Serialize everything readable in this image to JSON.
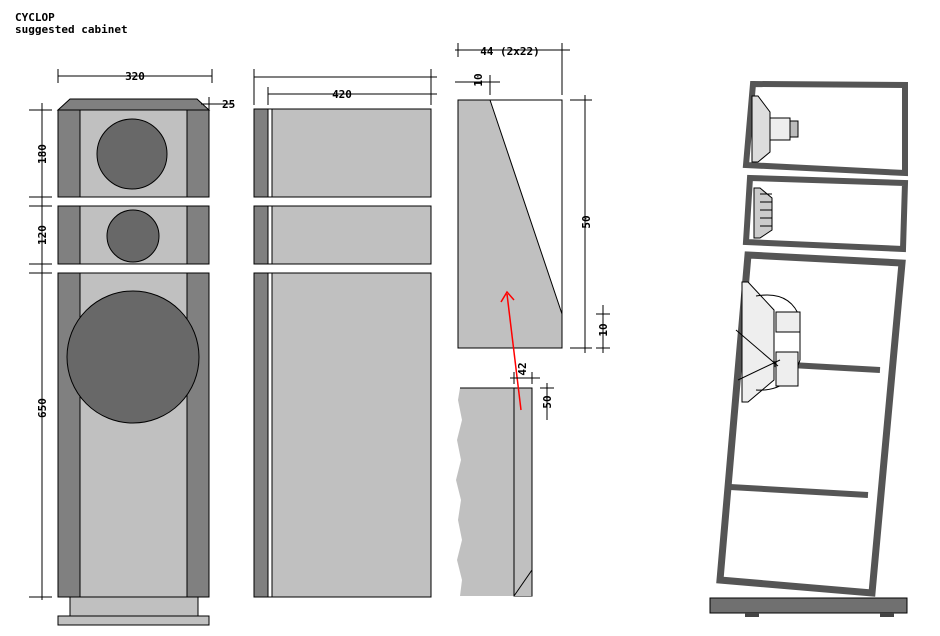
{
  "title": "CYCLOP",
  "subtitle": "suggested cabinet",
  "dimensions": {
    "front_width": "320",
    "front_chamfer": "25",
    "side_depth": "420",
    "top_section_height": "180",
    "mid_section_height": "120",
    "bottom_section_height": "650",
    "detail_wall": "44 (2x22)",
    "detail_top": "10",
    "detail_height": "50",
    "detail_bottom": "10",
    "detail_lower_a": "42",
    "detail_lower_b": "50"
  },
  "colors": {
    "panel_light": "#c0c0c0",
    "panel_dark": "#808080",
    "driver": "#686868",
    "arrow": "#ff0000",
    "frame": "#555555"
  }
}
